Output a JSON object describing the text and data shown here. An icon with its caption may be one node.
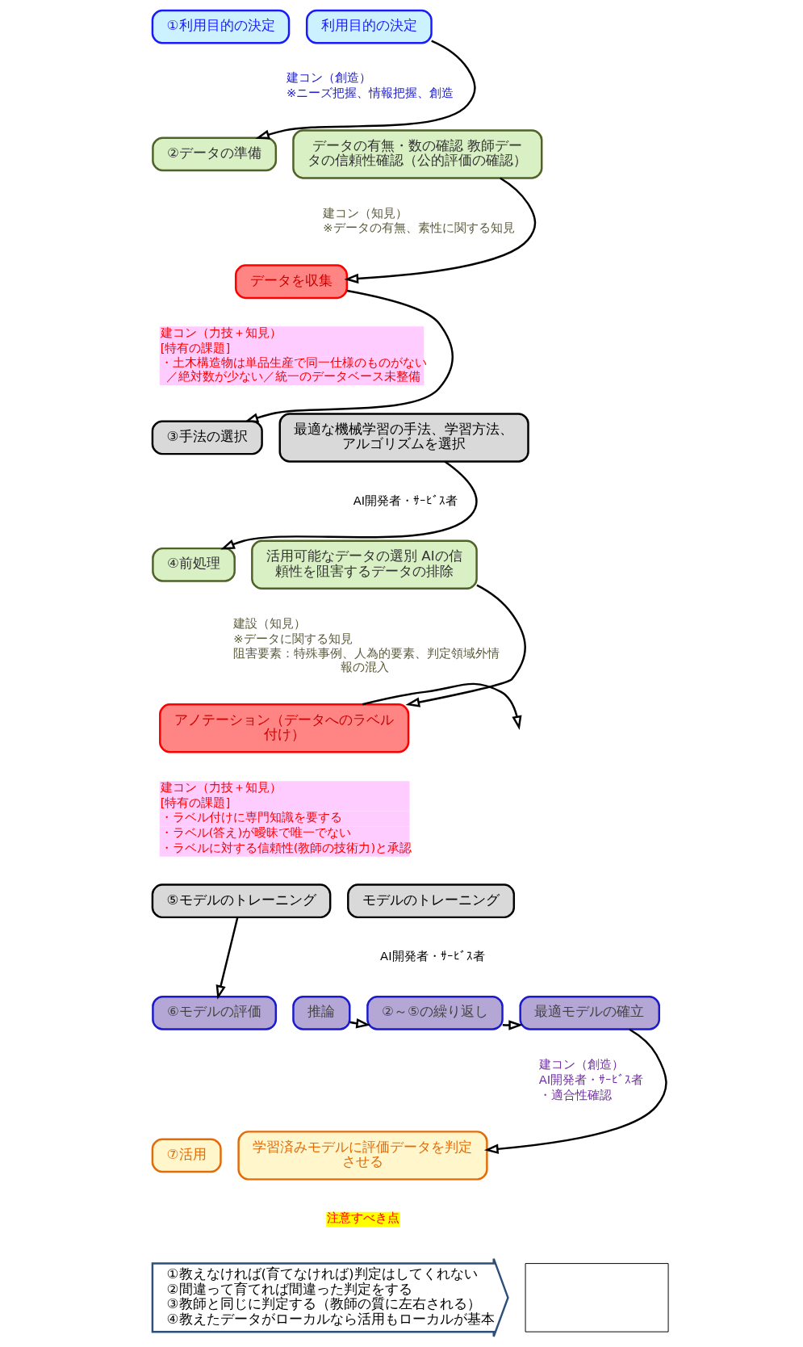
{
  "diagram": {
    "nodes": [
      {
        "text": [
          "①利用目的の決定"
        ]
      },
      {
        "text": [
          "利用目的の決定"
        ],
        "beside": [
          "建コン（創造）",
          "※ニーズ把握、情報把握、創造"
        ]
      },
      {
        "text": [
          "②データの準備"
        ]
      },
      {
        "text": [
          "データの有無・数の確認 教師データの信頼性確認（公的評価の確認）"
        ],
        "beside": [
          "建コン（知見）",
          "※データの有無、素性に関する知見"
        ]
      },
      {
        "text": [
          "データを収集"
        ],
        "beside": [
          "建コン（力技＋知見）",
          "[特有の課題]",
          "・土木構造物は単品生産で同一仕様のものがない／絶対数が少ない／統一のデータベース未整備"
        ]
      },
      {
        "text": [
          "③手法の選択"
        ]
      },
      {
        "text": [
          "最適な機械学習の手法、学習方法、アルゴリズムを選択"
        ],
        "beside": [
          "AI開発者・ｻｰﾋﾞｽ者"
        ]
      },
      {
        "text": [
          "④前処理"
        ]
      },
      {
        "text": [
          "活用可能なデータの選別 AIの信頼性を阻害するデータの排除"
        ],
        "beside": [
          "建設（知見）",
          "※データに関する知見",
          "阻害要素：特殊事例、人為的要素、判定領域外情報の混入"
        ]
      },
      {
        "text": [
          "アノテーション（データへのラベル付け）"
        ],
        "beside": [
          "建コン（力技＋知見）",
          "[特有の課題]",
          "・ラベル付けに専門知識を要する",
          "・ラベル(答え)が曖昧で唯一でない",
          "・ラベルに対する信頼性(教師の技術力)と承認"
        ]
      },
      {
        "text": [
          "⑤モデルのトレーニング"
        ]
      },
      {
        "text": [
          "モデルのトレーニング"
        ],
        "beside": [
          "AI開発者・ｻｰﾋﾞｽ者"
        ]
      },
      {
        "text": [
          "⑥モデルの評価"
        ]
      },
      {
        "text": [
          "推論"
        ]
      },
      {
        "text": [
          "②～⑤の繰り返し"
        ]
      },
      {
        "text": [
          "最適モデルの確立"
        ],
        "beside": [
          "建コン（創造）",
          "AI開発者・ｻｰﾋﾞｽ者",
          "・適合性確認"
        ]
      },
      {
        "text": [
          "⑦活用"
        ]
      },
      {
        "text": [
          "学習済みモデルに評価データを判定させる"
        ],
        "beside": [
          "注意すべき点"
        ]
      },
      {
        "text": [
          "①教えなければ(育てなければ)判定はしてくれない",
          "②間違って育てれば間違った判定をする",
          "③教師と同じに判定する（教師の質に左右される）",
          "④教えたデータがローカルなら活用もローカルが基本"
        ]
      },
      {
        "text": [],
        "shape": "box"
      }
    ],
    "edges": [
      {
        "from": 1,
        "to": 2,
        "arrow": "to"
      },
      {
        "from": 3,
        "to": 4,
        "arrow": "to"
      },
      {
        "from": 4,
        "to": 5,
        "arrow": "to"
      },
      {
        "from": 6,
        "to": 7,
        "arrow": "to"
      },
      {
        "from": 8,
        "to": 9,
        "arrow": "to"
      },
      {
        "from": 9,
        "to": null,
        "arrow": "to"
      },
      {
        "from": 10,
        "to": 12,
        "arrow": "to"
      },
      {
        "from": 13,
        "to": 14,
        "arrow": "to"
      },
      {
        "from": 14,
        "to": 15,
        "arrow": "to"
      },
      {
        "from": 15,
        "to": 17,
        "arrow": "to"
      }
    ]
  }
}
